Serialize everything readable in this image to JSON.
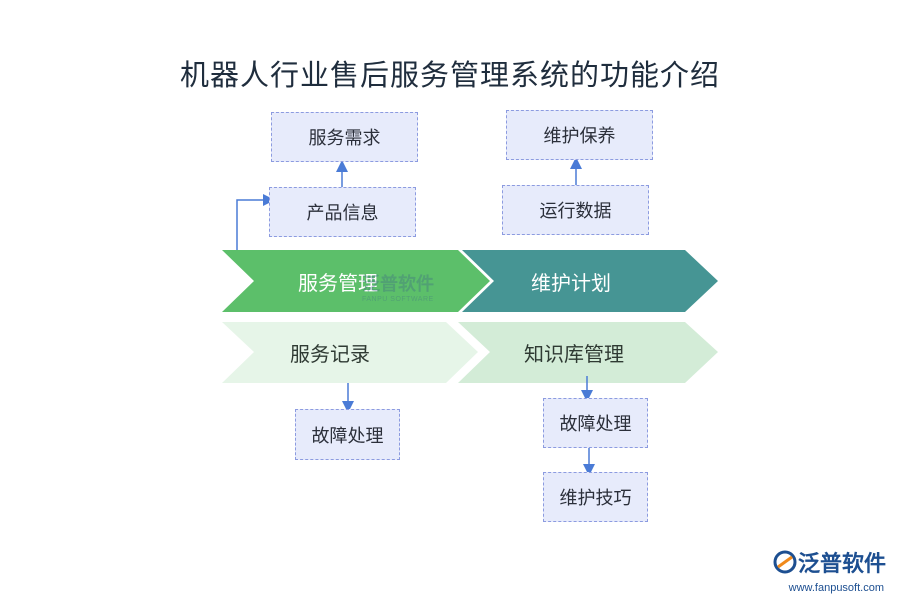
{
  "title": "机器人行业售后服务管理系统的功能介绍",
  "chevrons": {
    "service_mgmt": "服务管理",
    "maintenance_plan": "维护计划",
    "service_record": "服务记录",
    "knowledge_base": "知识库管理"
  },
  "boxes": {
    "service_demand": "服务需求",
    "product_info": "产品信息",
    "maintenance_upkeep": "维护保养",
    "operation_data": "运行数据",
    "fault_handling_left": "故障处理",
    "fault_handling_right": "故障处理",
    "maintenance_skills": "维护技巧"
  },
  "watermark": {
    "name": "泛普软件",
    "en": "FANPU SOFTWARE"
  },
  "logo": {
    "name": "泛普软件",
    "url": "www.fanpusoft.com"
  },
  "colors": {
    "green": "#5cbf6a",
    "teal": "#469594",
    "pale_green": "#e6f5e8",
    "mint": "#d3ecd7",
    "box_fill": "#e7ebfb",
    "connector": "#4a7bd6"
  }
}
